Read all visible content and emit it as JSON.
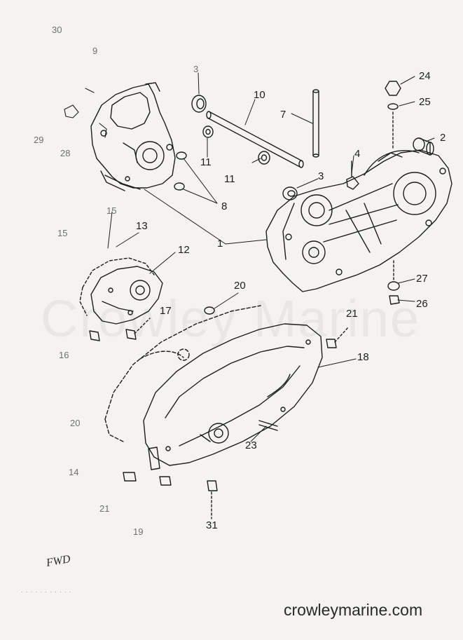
{
  "diagram": {
    "watermark": "Crowley Marine",
    "website": "crowleymarine.com",
    "direction_note": "FWD",
    "caption": "· · · · · · · · · · ·",
    "callouts": [
      "30",
      "9",
      "3",
      "10",
      "7",
      "24",
      "25",
      "2",
      "29",
      "28",
      "11",
      "11",
      "4",
      "3",
      "8",
      "1",
      "15",
      "13",
      "15",
      "12",
      "27",
      "26",
      "20",
      "17",
      "21",
      "16",
      "18",
      "20",
      "23",
      "14",
      "21",
      "31",
      "19"
    ],
    "colors": {
      "ink": "#1d1d1d",
      "paper": "#f4f3ef"
    }
  }
}
